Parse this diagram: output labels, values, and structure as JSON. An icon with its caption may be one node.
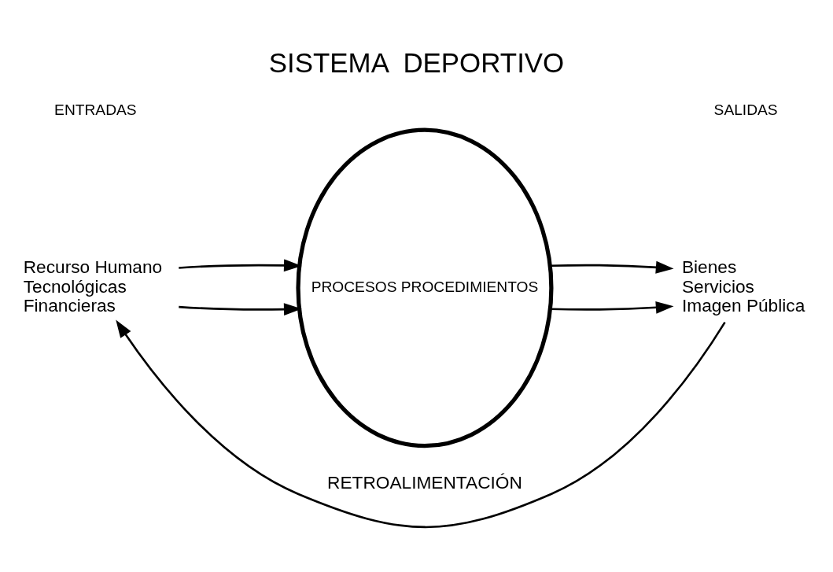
{
  "diagram": {
    "title": "SISTEMA  DEPORTIVO",
    "nodes": [
      {
        "text": [
          "Recurso Humano",
          "Tecnológicas",
          "Financieras"
        ]
      },
      {
        "text": [
          "PROCESOS PROCEDIMIENTOS"
        ]
      },
      {
        "text": [
          "Bienes",
          "Servicios",
          "Imagen Pública"
        ]
      }
    ],
    "edges": [
      {
        "from": 0,
        "to": 1,
        "arrow": "to"
      },
      {
        "from": 0,
        "to": 1,
        "arrow": "to"
      },
      {
        "from": 1,
        "to": 2,
        "arrow": "to"
      },
      {
        "from": 1,
        "to": 2,
        "arrow": "to"
      },
      {
        "from": 2,
        "to": 0,
        "arrow": "to",
        "label": "RETROALIMENTACIÓN"
      }
    ],
    "labels": [
      "ENTRADAS",
      "SALIDAS"
    ]
  }
}
